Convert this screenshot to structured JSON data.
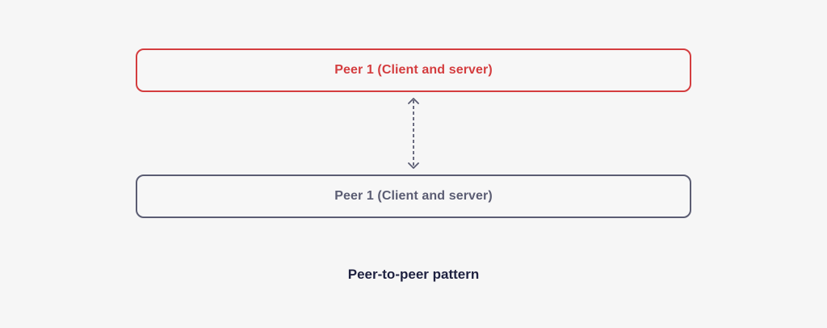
{
  "diagram": {
    "nodes": [
      {
        "id": "peer-top",
        "label": "Peer 1 (Client and server)",
        "color": "#d43d3f"
      },
      {
        "id": "peer-bottom",
        "label": "Peer 1 (Client and server)",
        "color": "#5b5d73"
      }
    ],
    "edges": [
      {
        "from": "peer-top",
        "to": "peer-bottom",
        "style": "dashed",
        "direction": "both",
        "color": "#5b5d73"
      }
    ],
    "caption": "Peer-to-peer pattern"
  },
  "colors": {
    "background": "#f6f6f6",
    "accent_red": "#d43d3f",
    "slate": "#5b5d73",
    "caption": "#1e2140"
  }
}
